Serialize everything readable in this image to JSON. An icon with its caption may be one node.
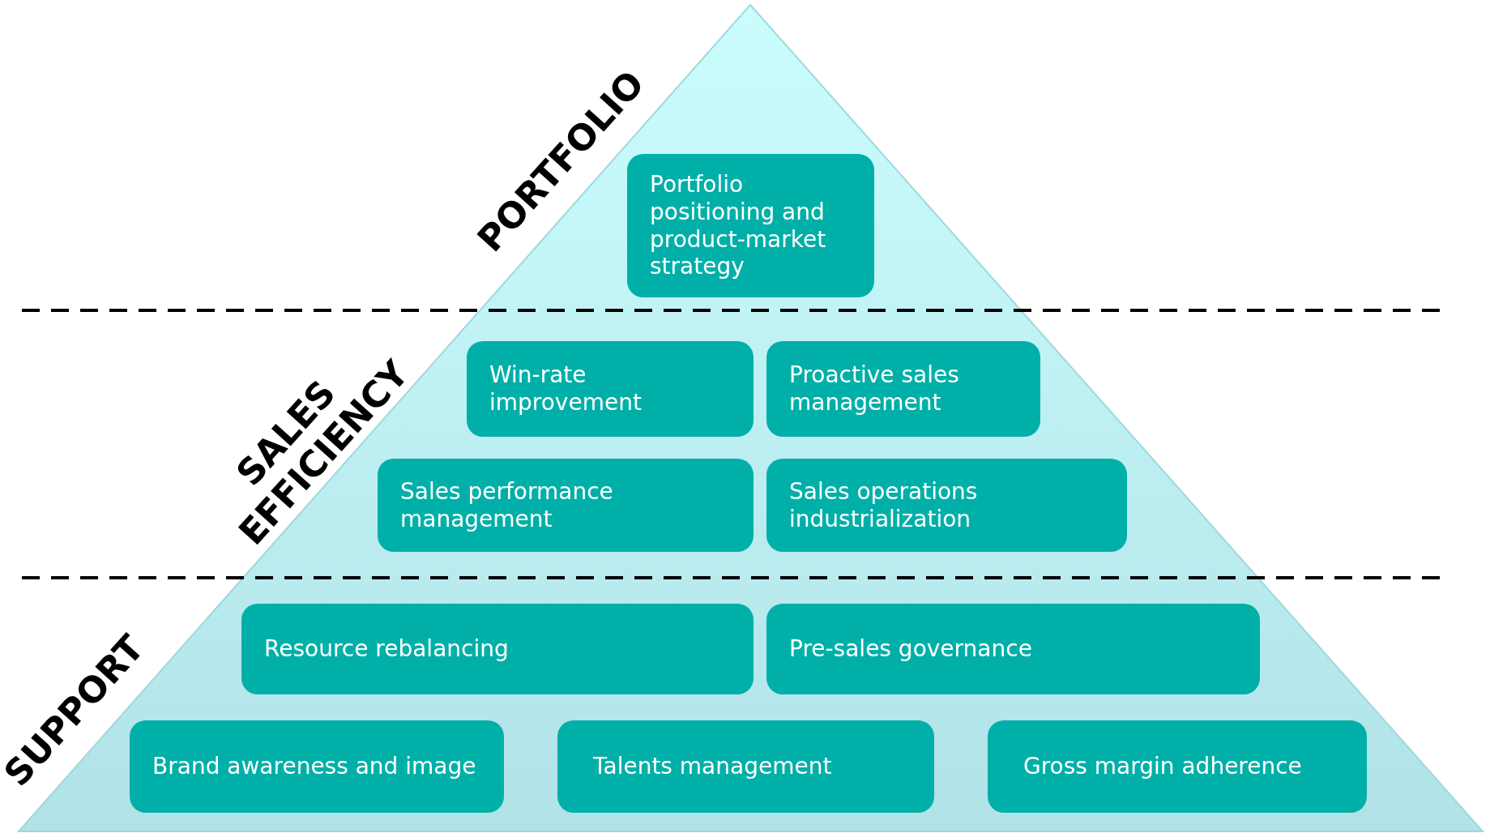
{
  "diagram": {
    "nodes": [
      {
        "text": [
          "Portfolio positioning and product-market strategy"
        ]
      },
      {
        "text": [
          "Win-rate improvement"
        ]
      },
      {
        "text": [
          "Proactive sales management"
        ]
      },
      {
        "text": [
          "Sales performance management"
        ]
      },
      {
        "text": [
          "Sales operations industrialization"
        ]
      },
      {
        "text": [
          "Resource rebalancing"
        ]
      },
      {
        "text": [
          "Pre-sales governance"
        ]
      },
      {
        "text": [
          "Brand awareness and image"
        ]
      },
      {
        "text": [
          "Talents management"
        ]
      },
      {
        "text": [
          "Gross margin adherence"
        ]
      }
    ],
    "labels": [
      "PORTFOLIO",
      "SALES EFFICIENCY",
      "SUPPORT"
    ]
  }
}
